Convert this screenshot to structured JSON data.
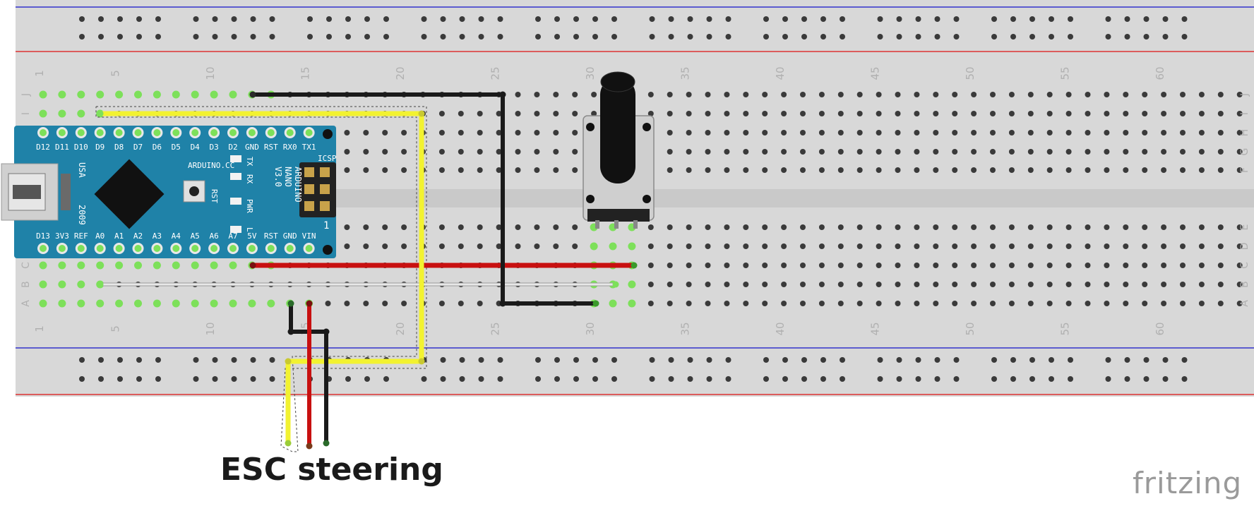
{
  "caption": "ESC steering",
  "brand": "fritzing",
  "breadboard": {
    "column_numbers": [
      "1",
      "5",
      "10",
      "15",
      "20",
      "25",
      "30",
      "35",
      "40",
      "45",
      "50",
      "55",
      "60"
    ],
    "row_letters_top": [
      "J",
      "I",
      "H",
      "G",
      "F"
    ],
    "row_letters_bottom": [
      "E",
      "D",
      "C",
      "B",
      "A"
    ]
  },
  "arduino": {
    "top_pins": [
      "D12",
      "D11",
      "D10",
      "D9",
      "D8",
      "D7",
      "D6",
      "D5",
      "D4",
      "D3",
      "D2",
      "GND",
      "RST",
      "RX0",
      "TX1"
    ],
    "bottom_pins": [
      "D13",
      "3V3",
      "REF",
      "A0",
      "A1",
      "A2",
      "A3",
      "A4",
      "A5",
      "A6",
      "A7",
      "5V",
      "RST",
      "GND",
      "VIN"
    ],
    "site": "ARDUINO.CC",
    "made_in": "USA",
    "year": "2009",
    "model_lines": [
      "ARDUINO",
      "NANO",
      "V3.0"
    ],
    "icsp": "ICSP",
    "led_labels": [
      "TX",
      "RX",
      "PWR",
      "L"
    ],
    "reset_label": "RST",
    "header_mark": "1"
  },
  "colors": {
    "board": "#d8d8d8",
    "hole": "#3a3a3a",
    "hole_active": "#7de05a",
    "rail_blue": "#3333cc",
    "rail_red": "#dd3333",
    "nano_pcb": "#1f82a8",
    "wire_yellow": "#f2f230",
    "wire_red": "#c81010",
    "wire_black": "#1a1a1a",
    "wire_white": "#e8e8e8"
  }
}
